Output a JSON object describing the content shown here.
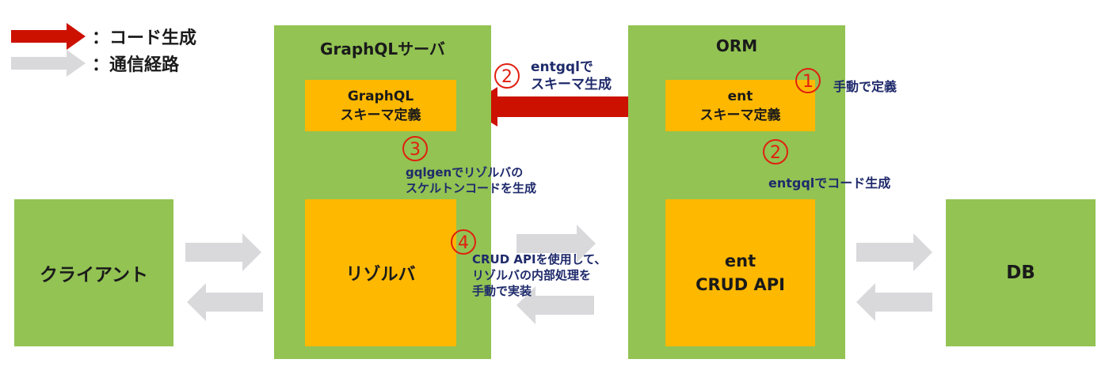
{
  "legend": {
    "items": [
      {
        "label": "：コード生成",
        "color": "#cc1100",
        "icon": "red-arrow"
      },
      {
        "label": "：通信経路",
        "color": "#d9d9dc",
        "icon": "gray-arrow"
      }
    ]
  },
  "colors": {
    "container": "#92c353",
    "inner": "#ffb800",
    "codegen_arrow": "#cc1100",
    "comm_arrow": "#d9d9dc",
    "step_number": "#e02010",
    "annotation": "#1f2a6b"
  },
  "nodes": {
    "client": {
      "label": "クライアント"
    },
    "graphql_server": {
      "title": "GraphQLサーバ",
      "schema": {
        "line1": "GraphQL",
        "line2": "スキーマ定義"
      },
      "resolver": {
        "label": "リゾルバ"
      }
    },
    "orm": {
      "title": "ORM",
      "schema": {
        "line1": "ent",
        "line2": "スキーマ定義"
      },
      "crud": {
        "line1": "ent",
        "line2": "CRUD API"
      }
    },
    "db": {
      "label": "DB"
    }
  },
  "steps": {
    "step1": {
      "number": "1",
      "text": "手動で定義"
    },
    "step2a": {
      "number": "2",
      "line1": "entgqlで",
      "line2": "スキーマ生成"
    },
    "step2b": {
      "number": "2",
      "text": "entgqlでコード生成"
    },
    "step3": {
      "number": "3",
      "line1": "gqlgenでリゾルバの",
      "line2": "スケルトンコードを生成"
    },
    "step4": {
      "number": "4",
      "line1": "CRUD APIを使用して、",
      "line2": "リゾルバの内部処理を",
      "line3": "手動で実装"
    }
  }
}
